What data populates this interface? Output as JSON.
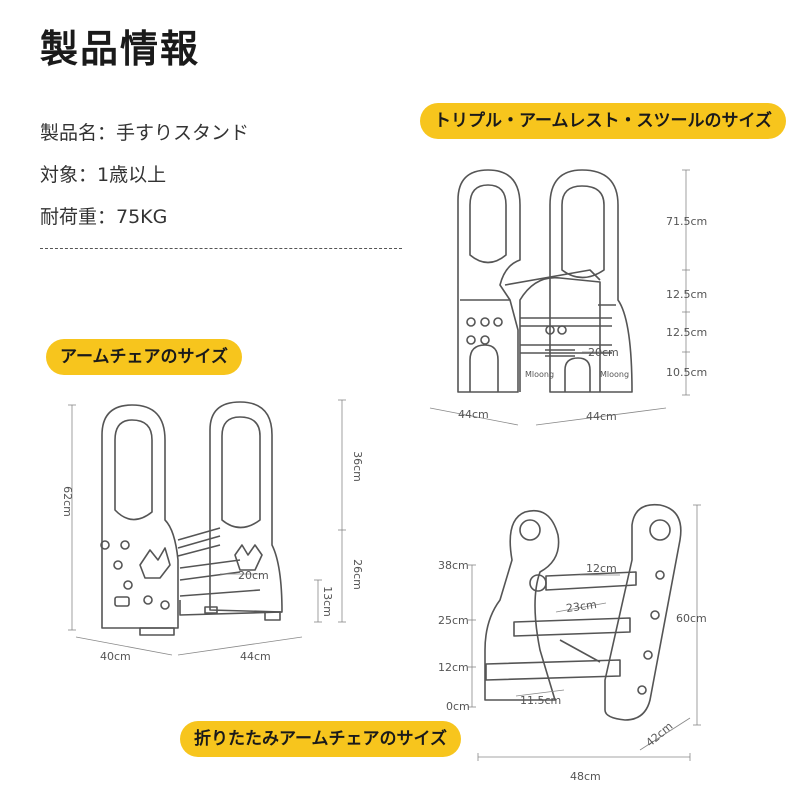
{
  "page_title": "製品情報",
  "info": {
    "product_name": "製品名：手すりスタンド",
    "target": "対象：1歳以上",
    "load": "耐荷重：75KG"
  },
  "sections": {
    "triple": "トリプル・アームレスト・スツールのサイズ",
    "armchair": "アームチェアのサイズ",
    "folding": "折りたたみアームチェアのサイズ"
  },
  "triple_dims": {
    "h1": "71.5cm",
    "h2": "12.5cm",
    "h3": "12.5cm",
    "h4": "10.5cm",
    "inner": "20cm",
    "depth": "44cm",
    "width": "44cm",
    "brand": "Mloong"
  },
  "armchair_dims": {
    "total": "62cm",
    "upper": "36cm",
    "lower": "26cm",
    "step": "13cm",
    "inner": "20cm",
    "depth": "40cm",
    "width": "44cm"
  },
  "folding_dims": {
    "h38": "38cm",
    "h25": "25cm",
    "h12": "12cm",
    "h0": "0cm",
    "step_top": "12cm",
    "step_mid": "23cm",
    "step_low": "11.5cm",
    "height": "60cm",
    "depth": "42cm",
    "width": "48cm"
  }
}
